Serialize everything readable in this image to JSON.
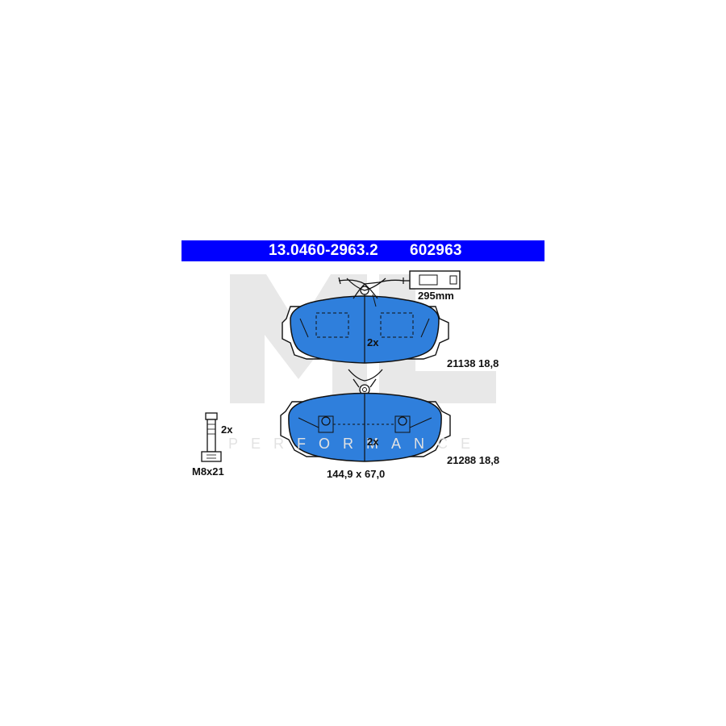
{
  "header": {
    "part_number": "13.0460-2963.2",
    "ref_number": "602963"
  },
  "pads": {
    "top": {
      "quantity": "2x",
      "code": "21138 18,8",
      "wire_length": "295mm"
    },
    "bottom": {
      "quantity": "2x",
      "code": "21288 18,8",
      "dimensions": "144,9 x 67,0"
    }
  },
  "bolt": {
    "quantity": "2x",
    "size": "M8x21"
  },
  "watermark": {
    "letters": "PERFORMANCE"
  },
  "colors": {
    "header_bg": "#0000ff",
    "pad_fill": "#2f7fdc",
    "pad_stroke": "#111111",
    "watermark": "#e6e6e6"
  }
}
